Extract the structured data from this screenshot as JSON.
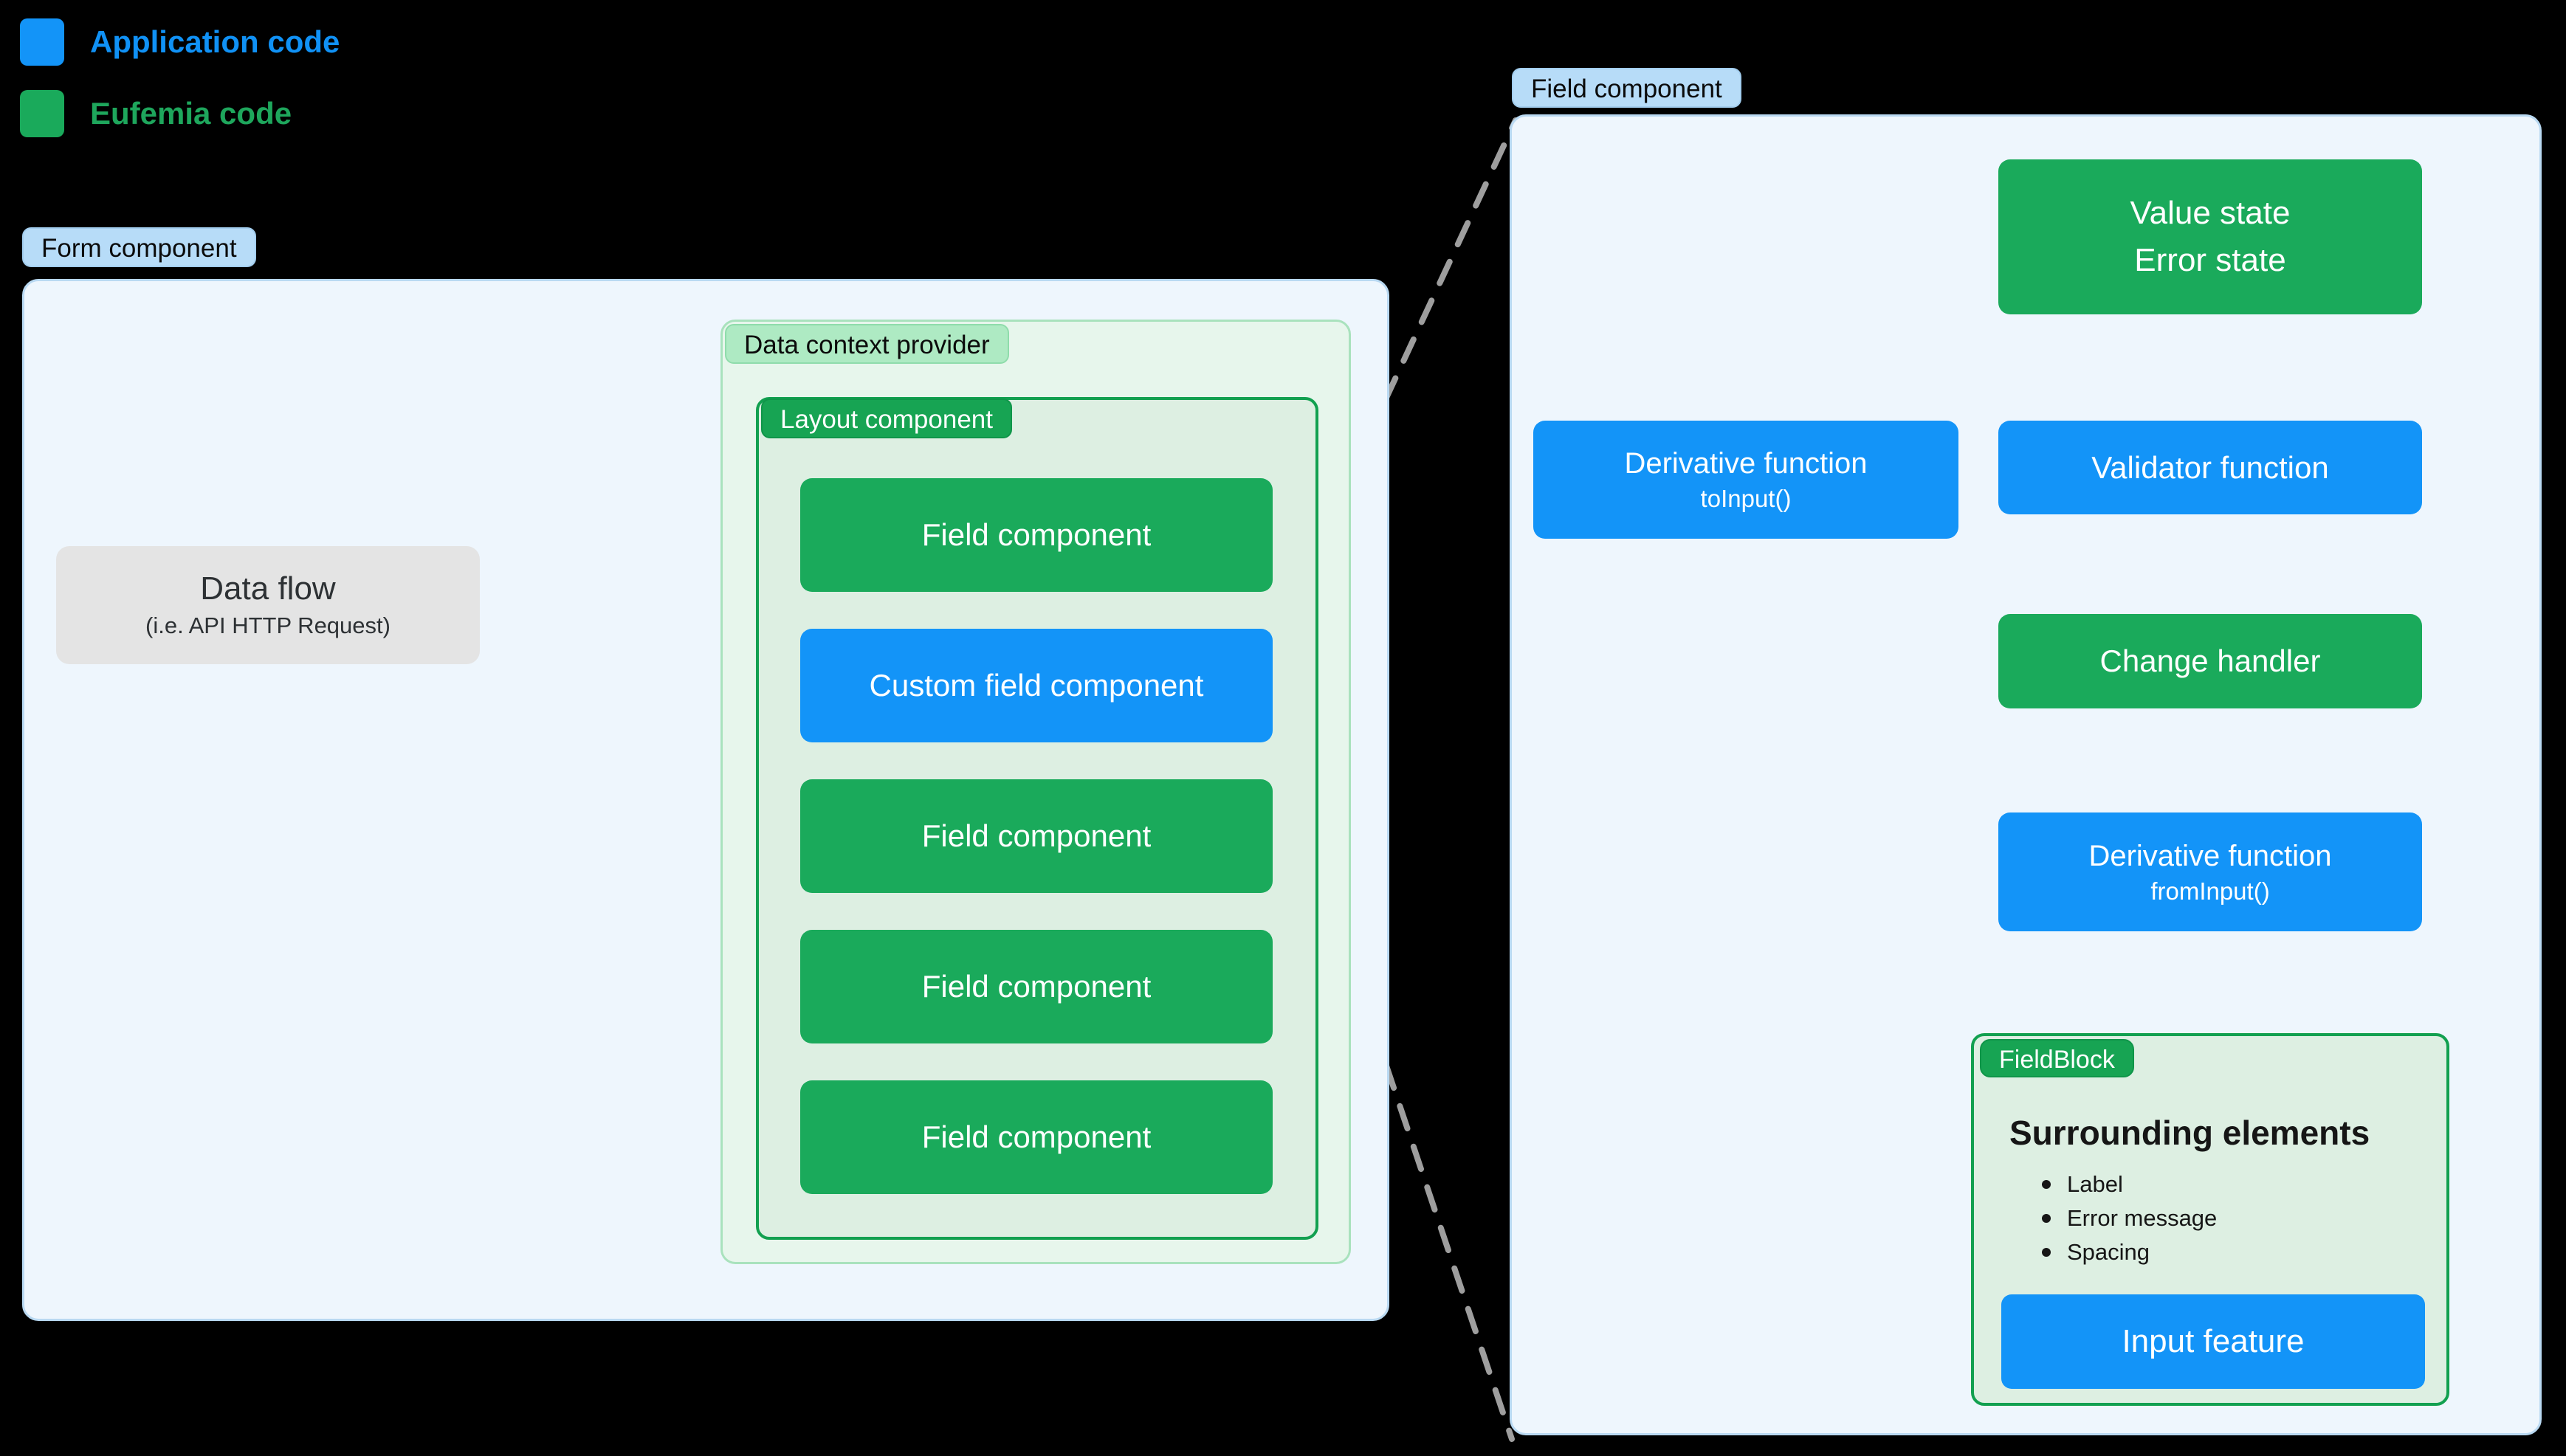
{
  "colors": {
    "application_blue": "#1394f8",
    "eufemia_green": "#1aaa5b",
    "legend_blue_text": "#1091f5",
    "legend_green_text": "#1ea65c",
    "arrow_black": "#1f1f1f",
    "zoom_dash_gray": "#9e9e9e"
  },
  "legend": {
    "items": [
      {
        "label": "Application code",
        "color": "#1394f8"
      },
      {
        "label": "Eufemia code",
        "color": "#1aaa5b"
      }
    ]
  },
  "left_panel": {
    "tag": "Form component",
    "data_flow": {
      "title": "Data flow",
      "subtitle": "(i.e. API HTTP Request)"
    },
    "data_context": {
      "tag": "Data context provider",
      "layout": {
        "tag": "Layout component",
        "fields": [
          {
            "label": "Field component",
            "type": "green"
          },
          {
            "label": "Custom field component",
            "type": "blue"
          },
          {
            "label": "Field component",
            "type": "green"
          },
          {
            "label": "Field component",
            "type": "green"
          },
          {
            "label": "Field component",
            "type": "green"
          }
        ]
      }
    }
  },
  "right_panel": {
    "tag": "Field component",
    "value_state": {
      "lines": [
        "Value state",
        "Error state"
      ]
    },
    "derivative_to_input": {
      "title": "Derivative function",
      "subtitle": "toInput()"
    },
    "validator": {
      "label": "Validator function"
    },
    "change_handler": {
      "label": "Change handler"
    },
    "derivative_from_input": {
      "title": "Derivative function",
      "subtitle": "fromInput()"
    },
    "field_block": {
      "tag": "FieldBlock",
      "heading": "Surrounding elements",
      "bullets": [
        "Label",
        "Error message",
        "Spacing"
      ],
      "input_feature": "Input feature"
    }
  }
}
